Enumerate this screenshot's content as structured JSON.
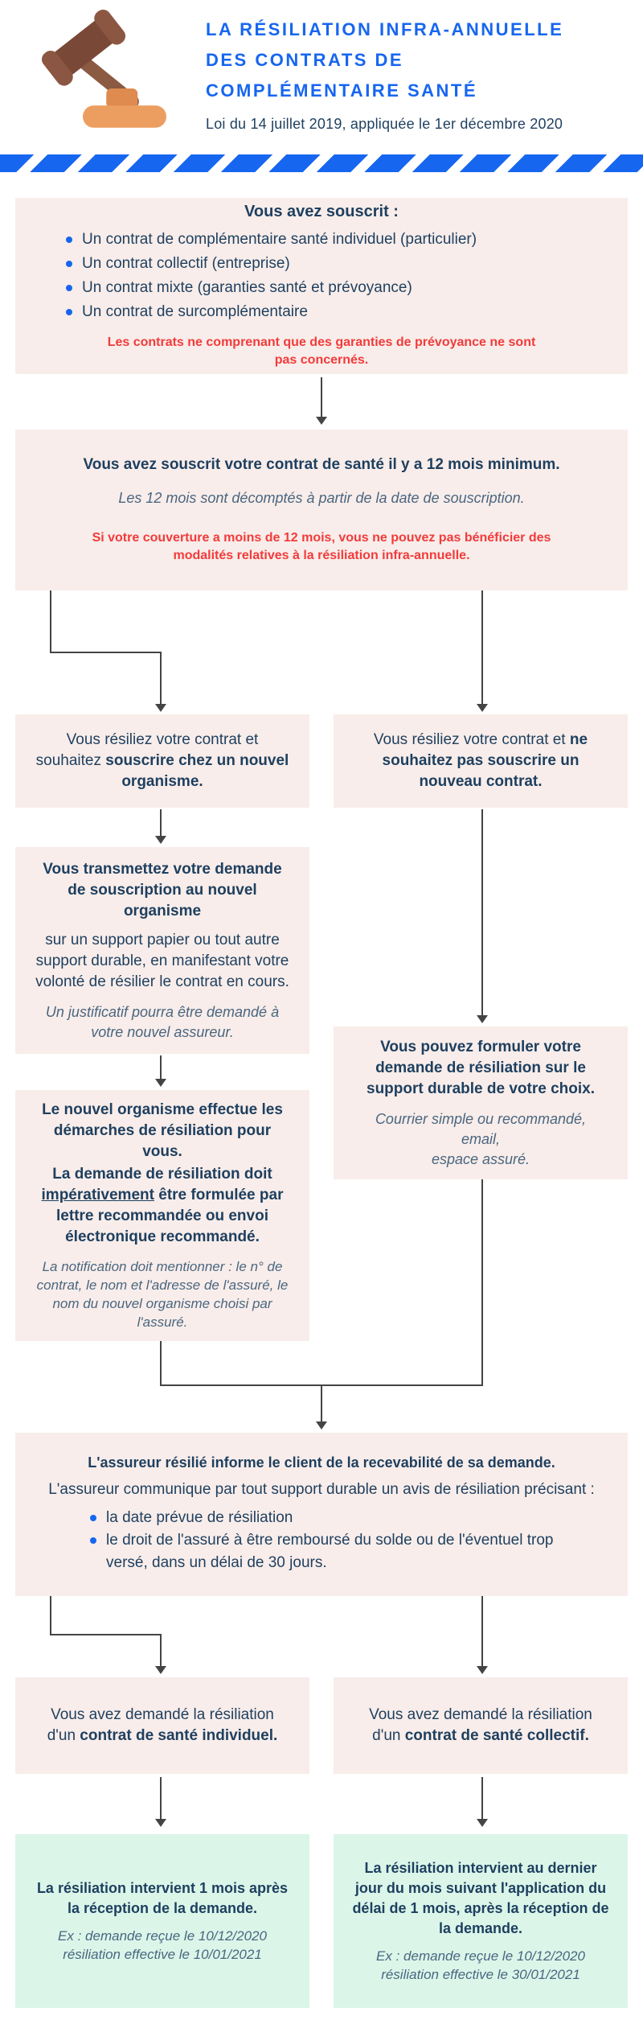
{
  "colors": {
    "accent_blue": "#1766F0",
    "navy_text": "#1E3F5F",
    "warning_red": "#F23B3B",
    "step_box_bg": "#F8EDEA",
    "result_box_bg": "#DBF6E9",
    "connector_line": "#444444"
  },
  "icons": {
    "header": "gavel-icon",
    "list_marker": "bullet-dot-icon"
  },
  "header": {
    "title_lines": [
      "LA RÉSILIATION INFRA-ANNUELLE",
      "DES CONTRATS DE",
      "COMPLÉMENTAIRE SANTÉ"
    ],
    "subtitle": "Loi du 14 juillet 2019, appliquée le 1er décembre 2020"
  },
  "step_souscrit": {
    "title": "Vous avez souscrit :",
    "bullets": [
      "Un contrat de complémentaire santé individuel (particulier)",
      "Un contrat collectif (entreprise)",
      "Un contrat mixte (garanties santé et prévoyance)",
      "Un contrat de surcomplémentaire"
    ],
    "warning": "Les contrats ne comprenant que des garanties de prévoyance ne sont pas concernés."
  },
  "step_12mois": {
    "title": "Vous avez souscrit votre contrat de santé il y a 12 mois minimum.",
    "note": "Les 12 mois sont décomptés à partir de la date de souscription.",
    "warning": "Si votre couverture a moins de 12 mois, vous ne pouvez pas bénéficier des modalités relatives à la résiliation infra-annuelle."
  },
  "branch_left": {
    "choice": {
      "normal": "Vous résiliez votre contrat et souhaitez ",
      "bold": "souscrire chez un nouvel organisme."
    },
    "transmettre": {
      "bold": "Vous transmettez votre demande de souscription au nouvel organisme",
      "normal": "sur un support papier ou tout autre support durable, en manifestant votre volonté de résilier le contrat en cours.",
      "note": "Un justificatif pourra être demandé à votre nouvel assureur."
    },
    "demarches": {
      "bold": "Le nouvel organisme effectue les démarches de résiliation pour vous.",
      "normal_prefix": "La demande de résiliation doit ",
      "underlined": "impérativement",
      "normal_suffix": " être formulée par lettre recommandée ou envoi électronique recommandé.",
      "note": "La notification doit mentionner : le n° de contrat, le nom et l'adresse de l'assuré, le nom du nouvel organisme choisi par l'assuré."
    }
  },
  "branch_right": {
    "choice": {
      "normal": "Vous résiliez votre contrat et ",
      "bold": "ne souhaitez pas souscrire un nouveau contrat."
    },
    "formuler": {
      "text": "Vous pouvez formuler votre demande de résiliation sur le support durable de votre choix.",
      "note_lines": [
        "Courrier simple ou recommandé,",
        "email,",
        "espace assuré."
      ]
    }
  },
  "step_assureur": {
    "title": "L'assureur résilié informe le client de la recevabilité de sa demande.",
    "intro": "L'assureur communique par tout support durable un avis de résiliation précisant :",
    "bullets": [
      "la date prévue de résiliation",
      "le droit de l'assuré à être remboursé du solde ou de l'éventuel trop versé, dans un délai de 30 jours."
    ]
  },
  "outcome_left": {
    "demande": {
      "normal": "Vous avez  demandé la résiliation d'un ",
      "bold": "contrat de santé individuel."
    },
    "resultat": "La résiliation intervient 1 mois après la réception de la demande.",
    "exemple_lines": [
      "Ex : demande reçue le 10/12/2020",
      "résiliation effective le 10/01/2021"
    ]
  },
  "outcome_right": {
    "demande": {
      "normal": "Vous avez  demandé la résiliation d'un ",
      "bold": "contrat de santé collectif."
    },
    "resultat": "La résiliation intervient au dernier jour du mois suivant l'application du délai de 1 mois, après la réception de la demande.",
    "exemple_lines": [
      "Ex : demande reçue le 10/12/2020",
      "résiliation effective le 30/01/2021"
    ]
  }
}
